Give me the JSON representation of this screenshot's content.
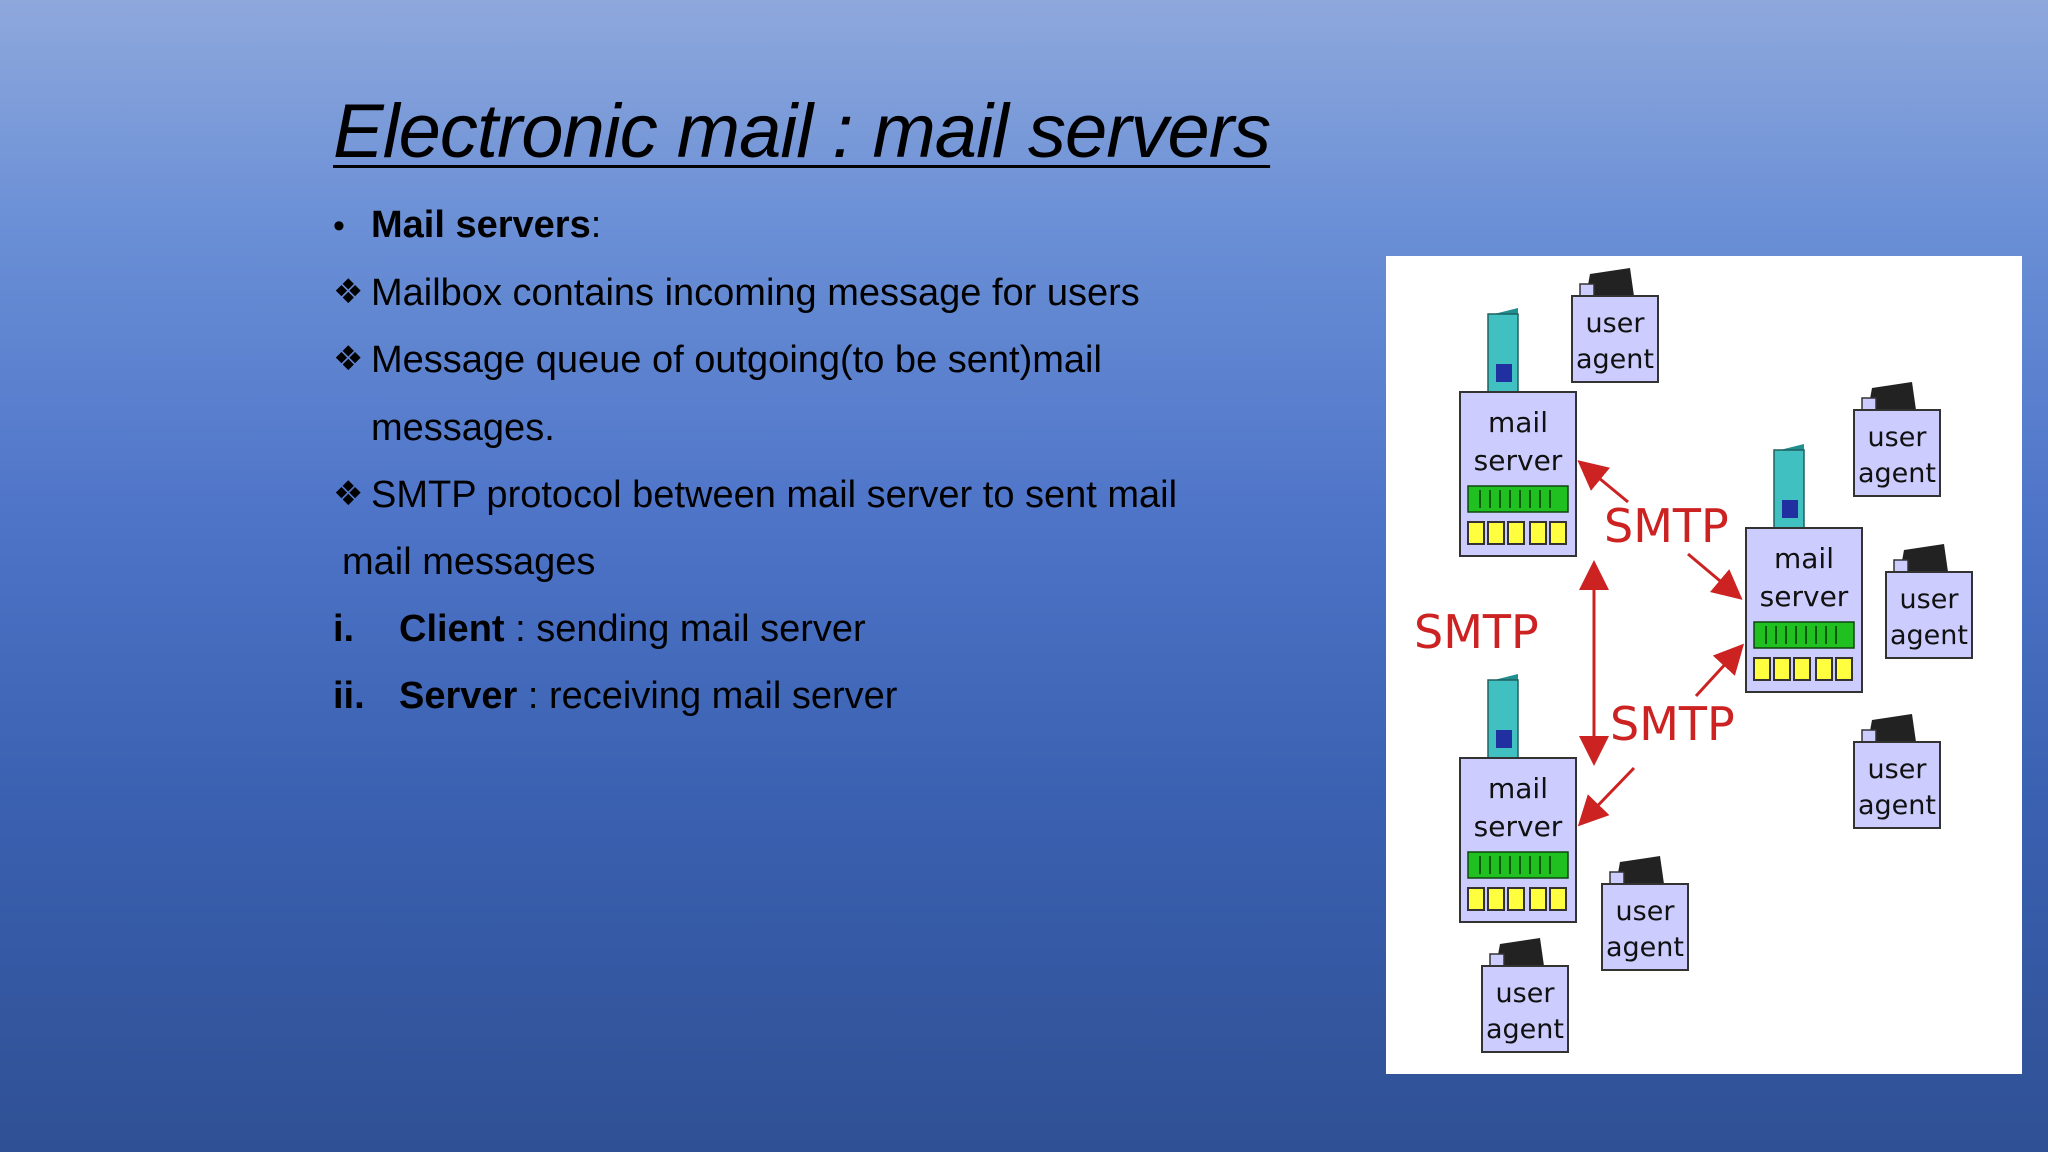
{
  "slide": {
    "title": "Electronic mail : mail servers",
    "bullet_symbol": "•",
    "heading_bold": "Mail servers",
    "heading_colon": ":",
    "diamond_symbol": "❖",
    "item1": "Mailbox contains incoming message for users",
    "item2_line1": "Message queue of outgoing(to be sent)mail",
    "item2_line2": "messages.",
    "item3_line1": "SMTP protocol between mail server to sent mail",
    "item3_line2": "mail messages",
    "list": [
      {
        "marker": "i.",
        "term": "Client",
        "desc": " : sending mail server"
      },
      {
        "marker": "ii.",
        "term": "Server",
        "desc": " : receiving mail server"
      }
    ]
  },
  "diagram": {
    "server_label_1": "mail",
    "server_label_2": "server",
    "agent_label_1": "user",
    "agent_label_2": "agent",
    "protocol_label": "SMTP",
    "colors": {
      "box_fill": "#ccccff",
      "tower_fill": "#40c0c0",
      "queue_green": "#20c020",
      "mailbox_yellow": "#ffff40",
      "arrow_red": "#cc2222"
    }
  }
}
